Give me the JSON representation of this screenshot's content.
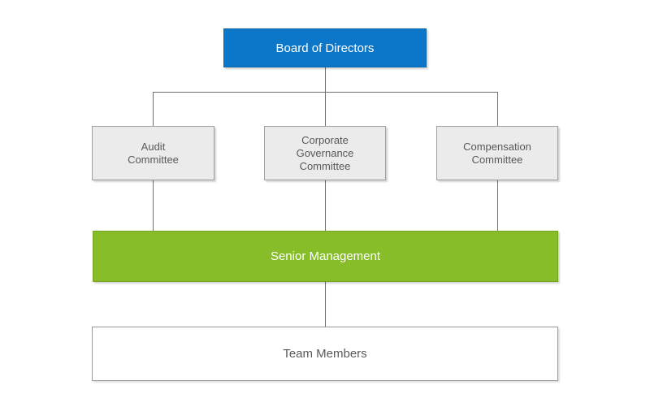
{
  "diagram": {
    "type": "org-chart",
    "colors": {
      "board_fill": "#0c76c8",
      "committee_fill": "#ebebeb",
      "committee_border": "#a0a0a0",
      "senior_fill": "#86bd28",
      "team_fill": "#ffffff",
      "team_border": "#999999",
      "connector": "#707070",
      "text_on_color": "#ffffff",
      "text_gray": "#595959"
    },
    "nodes": {
      "board": {
        "label": "Board of Directors"
      },
      "audit": {
        "label": "Audit Committee"
      },
      "governance": {
        "label": "Corporate Governance Committee"
      },
      "compensation": {
        "label": "Compensation Committee"
      },
      "senior": {
        "label": "Senior Management"
      },
      "team": {
        "label": "Team Members"
      }
    },
    "edges": [
      {
        "from": "board",
        "to": "audit"
      },
      {
        "from": "board",
        "to": "governance"
      },
      {
        "from": "board",
        "to": "compensation"
      },
      {
        "from": "audit",
        "to": "senior"
      },
      {
        "from": "governance",
        "to": "senior"
      },
      {
        "from": "compensation",
        "to": "senior"
      },
      {
        "from": "senior",
        "to": "team"
      }
    ]
  }
}
